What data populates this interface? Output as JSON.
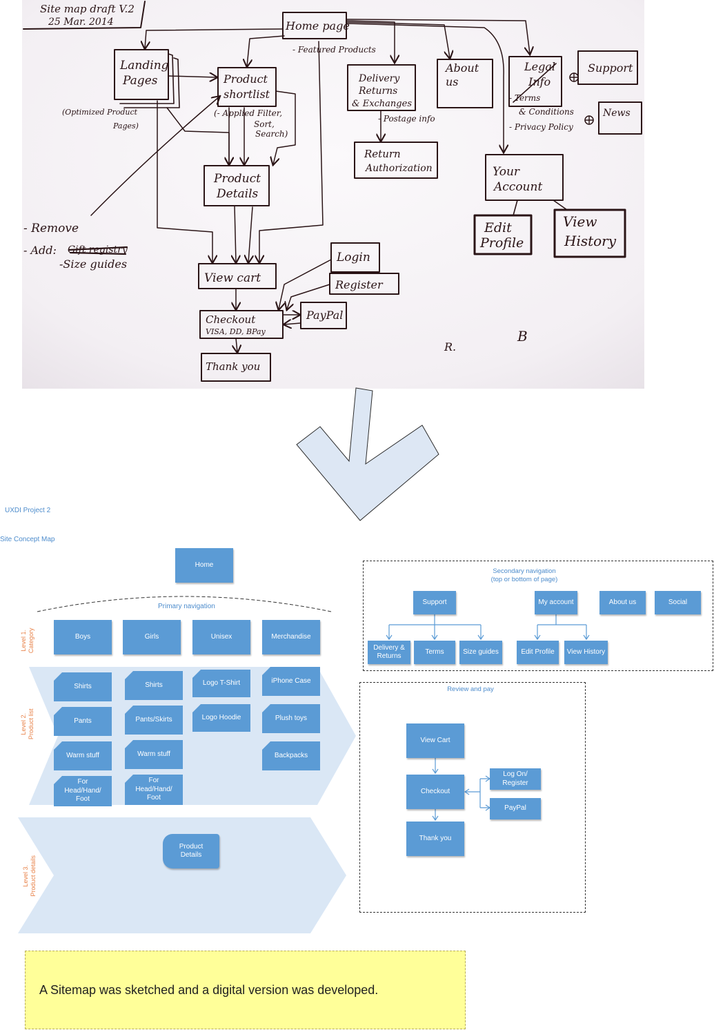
{
  "sketch": {
    "title_line1": "Site map draft V.2",
    "title_line2": "25 Mar. 2014",
    "home": "Home page",
    "featured": "- Featured Products",
    "landing_line1": "Landing",
    "landing_line2": "Pages",
    "optimized_line1": "(Optimized Product",
    "optimized_line2": "Pages)",
    "shortlist_line1": "Product",
    "shortlist_line2": "shortlist",
    "filter_line1": "(- Applied Filter,",
    "filter_line2": "Sort,",
    "filter_line3": "Search)",
    "delivery_line1": "Delivery",
    "delivery_line2": "Returns",
    "delivery_line3": "& Exchanges",
    "postage": "- Postage info",
    "return_line1": "Return",
    "return_line2": "Authorization",
    "about_line1": "About",
    "about_line2": "us",
    "legal_line1": "Legal",
    "legal_line2": "Info",
    "terms_line1": "- Terms",
    "terms_line2": "& Conditions",
    "privacy": "- Privacy Policy",
    "support": "Support",
    "news": "News",
    "account_line1": "Your",
    "account_line2": "Account",
    "edit_line1": "Edit",
    "edit_line2": "Profile",
    "history_line1": "View",
    "history_line2": "History",
    "details_line1": "Product",
    "details_line2": "Details",
    "remove": "- Remove",
    "add": "- Add:",
    "add_crossed": "Gift registry",
    "size_guides": "-Size guides",
    "cart": "View  cart",
    "login": "Login",
    "register": "Register",
    "checkout_line1": "Checkout",
    "checkout_line2": "VISA, DD, BPay",
    "paypal": "PayPal",
    "thankyou": "Thank you",
    "mark_r": "R.",
    "mark_b": "B"
  },
  "digital": {
    "project": "UXDI Project 2",
    "map_title": "Site Concept Map",
    "home": "Home",
    "primary_nav": "Primary navigation",
    "level1_line1": "Level 1.",
    "level1_line2": "Category",
    "level2_line1": "Level 2.",
    "level2_line2": "Product list",
    "level3_line1": "Level 3.",
    "level3_line2": "Product details",
    "categories": [
      "Boys",
      "Girls",
      "Unisex",
      "Merchandise"
    ],
    "boys_items": [
      "Shirts",
      "Pants",
      "Warm stuff",
      "For Head/Hand/ Foot"
    ],
    "girls_items": [
      "Shirts",
      "Pants/Skirts",
      "Warm stuff",
      "For Head/Hand/ Foot"
    ],
    "unisex_items": [
      "Logo T-Shirt",
      "Logo Hoodie"
    ],
    "merch_items": [
      "iPhone Case",
      "Plush toys",
      "Backpacks"
    ],
    "product_details": "Product Details",
    "secondary_title_line1": "Secondary navigation",
    "secondary_title_line2": "(top or bottom of page)",
    "support": "Support",
    "my_account": "My account",
    "about_us": "About us",
    "social": "Social",
    "delivery_returns": "Delivery & Returns",
    "terms": "Terms",
    "size_guides": "Size guides",
    "edit_profile": "Edit Profile",
    "view_history": "View History",
    "review_title": "Review and pay",
    "view_cart": "View Cart",
    "checkout": "Checkout",
    "logon_register": "Log On/ Register",
    "paypal": "PayPal",
    "thank_you": "Thank you"
  },
  "note": "A Sitemap was sketched and a digital version was developed.",
  "colors": {
    "box_blue": "#5b9bd5",
    "band_blue": "#dae7f5",
    "caption_blue": "#4d8ccc",
    "level_orange": "#e8834a",
    "note_yellow": "#ffff99",
    "ink": "#2a1416"
  }
}
